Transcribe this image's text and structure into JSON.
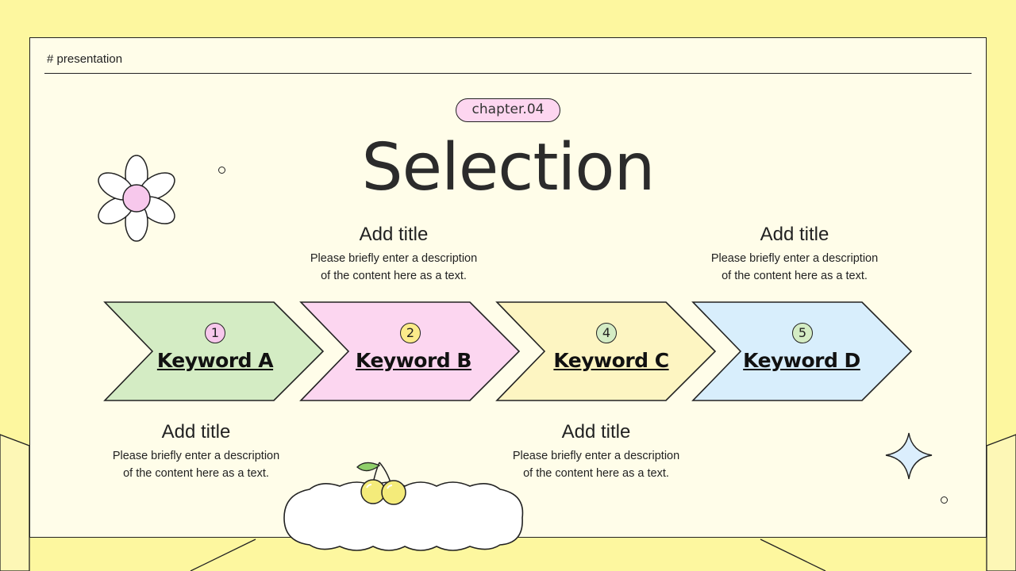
{
  "header": {
    "tag": "# presentation"
  },
  "chapter_label": "chapter.04",
  "main_title": "Selection",
  "top_blocks": [
    {
      "title": "Add title",
      "description": "Please briefly enter a description\nof the content here as a text."
    },
    {
      "title": "Add title",
      "description": "Please briefly enter a description\nof the content here as a text."
    }
  ],
  "bottom_blocks": [
    {
      "title": "Add title",
      "description": "Please briefly enter a description\nof the content here as a text."
    },
    {
      "title": "Add title",
      "description": "Please briefly enter a description\nof the content here as a text."
    }
  ],
  "keywords": [
    {
      "number": "1",
      "label": "Keyword A",
      "fill": "#d4ecc4",
      "badge": "#f7c8ec"
    },
    {
      "number": "2",
      "label": "Keyword B",
      "fill": "#fcd6f0",
      "badge": "#fbeb8a"
    },
    {
      "number": "4",
      "label": "Keyword C",
      "fill": "#fdf5c2",
      "badge": "#d4ecc4"
    },
    {
      "number": "5",
      "label": "Keyword D",
      "fill": "#d8eefc",
      "badge": "#d4ecc4"
    }
  ],
  "colors": {
    "background": "#fdf79f",
    "frame": "#fffde9",
    "chapter_pill": "#fdd6f0",
    "flower_center": "#f7c8ec",
    "star": "#dbeefd"
  },
  "icons": {
    "flower": "flower-icon",
    "cherries": "cherry-icon",
    "cloud": "cloud-icon",
    "star": "sparkle-icon"
  }
}
